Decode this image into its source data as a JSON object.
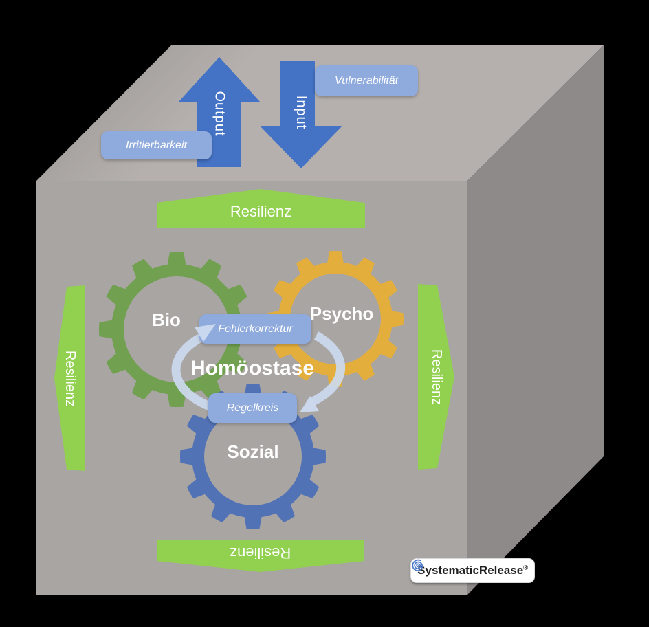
{
  "background_color": "#000000",
  "cube": {
    "top_face_color": "#b5b0ae",
    "front_face_color": "#a9a5a3",
    "right_face_color": "#8e8a89"
  },
  "top_arrows": {
    "color": "#4472c4",
    "output_label": "Output",
    "input_label": "Input"
  },
  "badges": {
    "color": "#8faadc",
    "vulnerability_label": "Vulnerabilität",
    "irritability_label": "Irritierbarkeit"
  },
  "resilience_banners": {
    "color": "#92d050",
    "top_label": "Resilienz",
    "right_label": "Resilienz",
    "bottom_label": "Resilienz",
    "left_label": "Resilienz"
  },
  "gears": {
    "bio": {
      "label": "Bio",
      "color": "#70a050"
    },
    "psycho": {
      "label": "Psycho",
      "color": "#e3ae3c"
    },
    "sozial": {
      "label": "Sozial",
      "color": "#5272b6"
    }
  },
  "homeostasis": {
    "title": "Homöostase",
    "feedback_top_label": "Fehlerkorrektur",
    "feedback_bottom_label": "Regelkreis",
    "box_color": "#8faadc",
    "cycle_arrow_color": "#ccd9ef"
  },
  "logo": {
    "brand": "SystematicRelease",
    "registered_mark": "®",
    "icon": "spiral-icon",
    "icon_color": "#4a76c8",
    "background": "#ffffff"
  }
}
